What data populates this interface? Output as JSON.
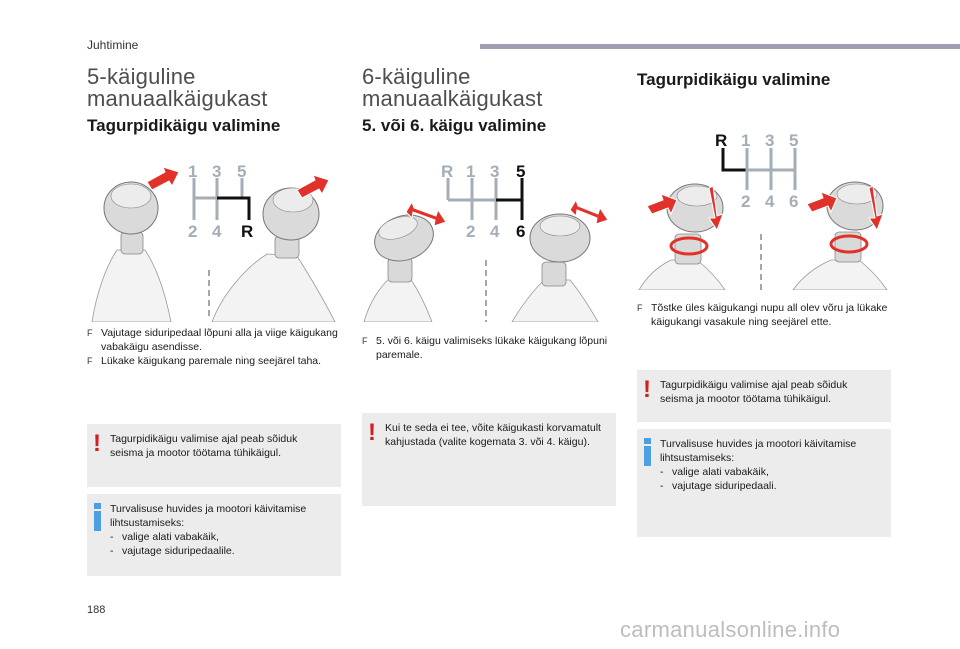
{
  "header": {
    "section": "Juhtimine"
  },
  "col1": {
    "title": "5-käiguline\nmanuaalkäigukast",
    "subtitle": "Tagurpidikäigu valimine",
    "gear_labels": {
      "g1": "1",
      "g3": "3",
      "g5": "5",
      "g2": "2",
      "g4": "4",
      "gR": "R"
    },
    "bullets": [
      "Vajutage siduripedaal lõpuni alla ja viige käigukang vabakäigu asendisse.",
      "Lükake käigukang paremale ning seejärel taha."
    ],
    "warning": "Tagurpidikäigu valimise ajal peab sõiduk seisma ja mootor töötama tühikäigul.",
    "info": {
      "intro": "Turvalisuse huvides ja mootori käivitamise lihtsustamiseks:",
      "items": [
        "valige alati vabakäik,",
        "vajutage siduripedaalile."
      ]
    }
  },
  "col2": {
    "title": "6-käiguline\nmanuaalkäigukast",
    "subtitle": "5. või 6. käigu valimine",
    "gear_labels": {
      "gR": "R",
      "g1": "1",
      "g3": "3",
      "g5": "5",
      "g2": "2",
      "g4": "4",
      "g6": "6"
    },
    "bullets": [
      "5. või 6. käigu valimiseks lükake käigukang lõpuni paremale."
    ],
    "warning": "Kui te seda ei tee, võite käigukasti korvamatult kahjustada (valite kogemata 3. või 4. käigu)."
  },
  "col3": {
    "subtitle": "Tagurpidikäigu valimine",
    "gear_labels": {
      "gR": "R",
      "g1": "1",
      "g3": "3",
      "g5": "5",
      "g2": "2",
      "g4": "4",
      "g6": "6"
    },
    "bullets": [
      "Tõstke üles käigukangi nupu all olev võru ja lükake käigukangi vasakule ning seejärel ette."
    ],
    "warning": "Tagurpidikäigu valimise ajal peab sõiduk seisma ja mootor töötama tühikäigul.",
    "info": {
      "intro": "Turvalisuse huvides ja mootori käivitamise lihtsustamiseks:",
      "items": [
        "valige alati vabakäik,",
        "vajutage siduripedaali."
      ]
    }
  },
  "bullet_marker": "F",
  "list_dash": "-",
  "warning_marker": "!",
  "colors": {
    "accent_bar": "#a49bb4",
    "warning": "#d21e1e",
    "info": "#4d9fe3",
    "arrow": "#e2312a",
    "gear_grey": "#a3aeb7"
  },
  "footer": {
    "page_number": "188",
    "watermark": "carmanualsonline.info"
  }
}
